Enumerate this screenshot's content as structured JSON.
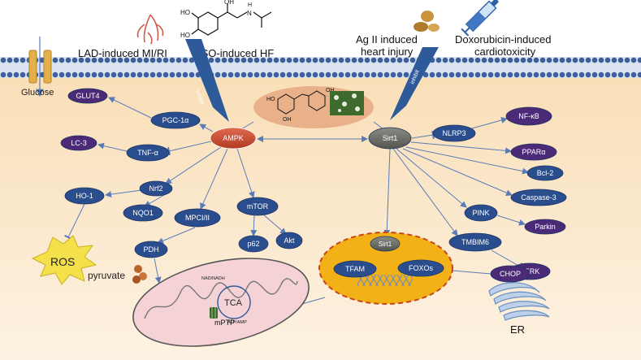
{
  "titles": {
    "lad": "LAD-induced MI/RI",
    "iso": "ISO-induced HF",
    "agii_1": "Ag II induced",
    "agii_2": "heart injury",
    "dox_1": "Doxorubicin-induced",
    "dox_2": "cardiotoxicity"
  },
  "inhibit_label": "inhibit",
  "glucose": "Glucose",
  "pyruvate": "pyruvate",
  "ros": "ROS",
  "er": "ER",
  "tca": "TCA",
  "nadh": "NAD/NADH",
  "atp": "ATP/AMP",
  "mptp": "mPTP",
  "hubs": {
    "ampk": "AMPK",
    "sirt1": "Sirt1"
  },
  "ampk_targets": {
    "glut4": "GLUT4",
    "pgc1a": "PGC-1α",
    "lc3": "LC-3",
    "tnfa": "TNF-α",
    "nrf2": "Nrf2",
    "ho1": "HO-1",
    "nqo1": "NQO1",
    "mpc": "MPCI/II",
    "pdh": "PDH",
    "mtor": "mTOR",
    "p62": "p62",
    "akt": "Akt"
  },
  "sirt1_targets": {
    "nlrp3": "NLRP3",
    "nfkb": "NF-κB",
    "ppara": "PPARα",
    "bcl2": "Bcl-2",
    "casp3": "Caspase-3",
    "pink": "PINK",
    "parkin": "Parkin",
    "tmbim6": "TMBIM6",
    "perk": "PERK",
    "chop": "CHOP"
  },
  "nucleus": {
    "sirt1": "Sirt1",
    "tfam": "TFAM",
    "foxos": "FOXOs"
  },
  "resveratrol": {
    "ho_left": "HO",
    "ho_right": "OH",
    "oh_bottom": "OH"
  },
  "isoproterenol": {
    "ho_top": "HO",
    "ho_bottom": "HO",
    "oh": "OH",
    "nh": "N",
    "h": "H"
  },
  "colors": {
    "node": "#2a4d8e",
    "ampk": "#c0452f",
    "sirt1": "#6a6a66",
    "purple": "#4b2a78",
    "membrane": "#cfd8ea",
    "cytosol": "#fbe8cc"
  }
}
